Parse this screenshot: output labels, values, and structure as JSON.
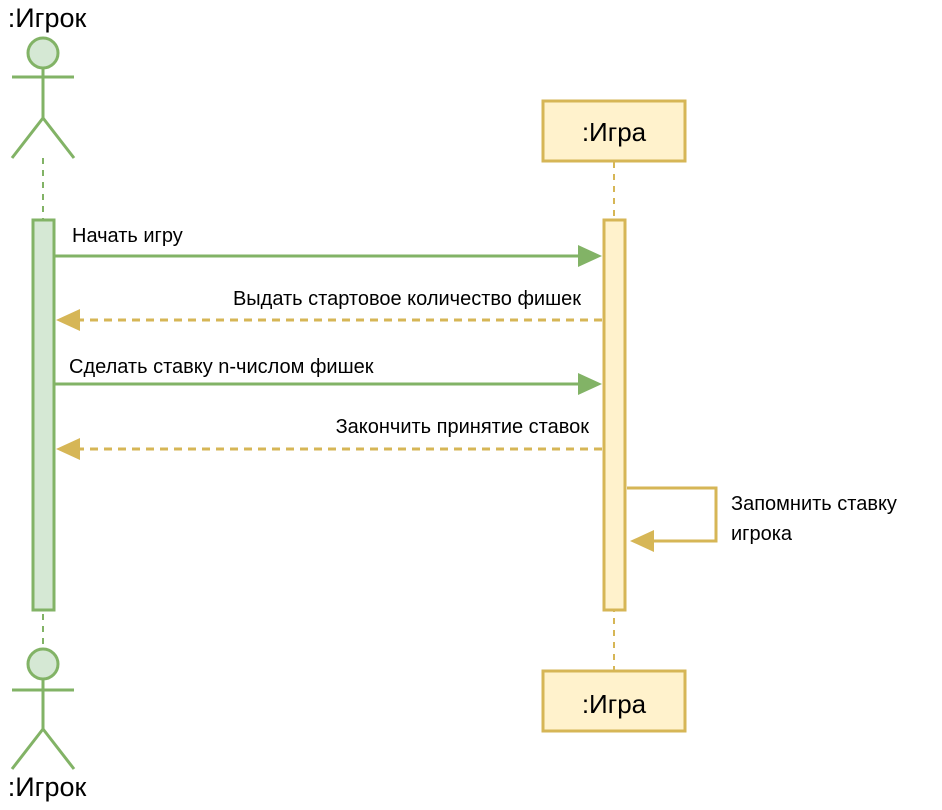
{
  "participants": {
    "player": {
      "kind": "actor",
      "name": ":Игрок",
      "fill": "#d5e8d4",
      "stroke": "#82b366"
    },
    "game": {
      "kind": "object",
      "name": ":Игра",
      "fill": "#fff2cc",
      "stroke": "#d6b656"
    }
  },
  "messages": [
    {
      "from": "player",
      "to": "game",
      "style": "solid",
      "text": "Начать игру",
      "color": "#82b366"
    },
    {
      "from": "game",
      "to": "player",
      "style": "dashed",
      "text": "Выдать стартовое количество фишек",
      "color": "#d6b656"
    },
    {
      "from": "player",
      "to": "game",
      "style": "solid",
      "text": "Сделать ставку n-числом фишек",
      "color": "#82b366"
    },
    {
      "from": "game",
      "to": "player",
      "style": "dashed",
      "text": "Закончить принятие ставок",
      "color": "#d6b656"
    },
    {
      "from": "game",
      "to": "game",
      "style": "self",
      "text_lines": [
        "Запомнить ставку",
        "игрока"
      ],
      "color": "#d6b656"
    }
  ]
}
